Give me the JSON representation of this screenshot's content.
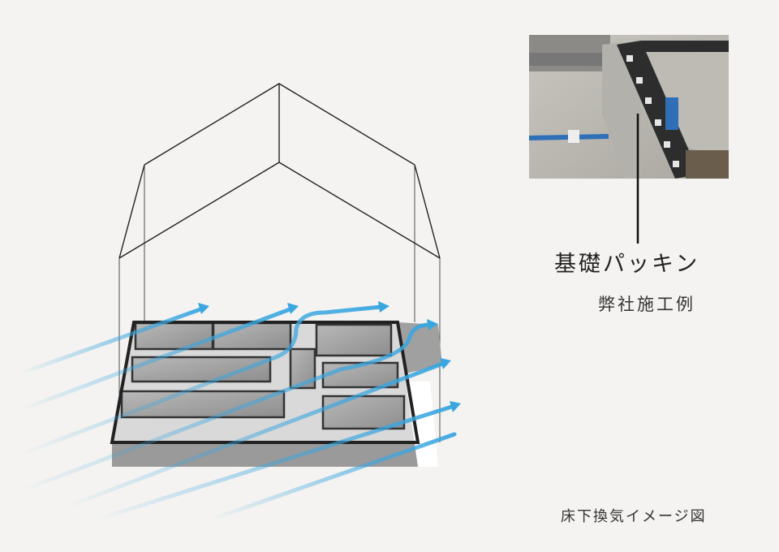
{
  "labels": {
    "foundation_packing": "基礎パッキン",
    "our_example": "弊社施工例",
    "caption": "床下換気イメージ図"
  },
  "colors": {
    "background": "#f4f3f1",
    "airflow": "#3aa6e0",
    "outline": "#222222"
  }
}
